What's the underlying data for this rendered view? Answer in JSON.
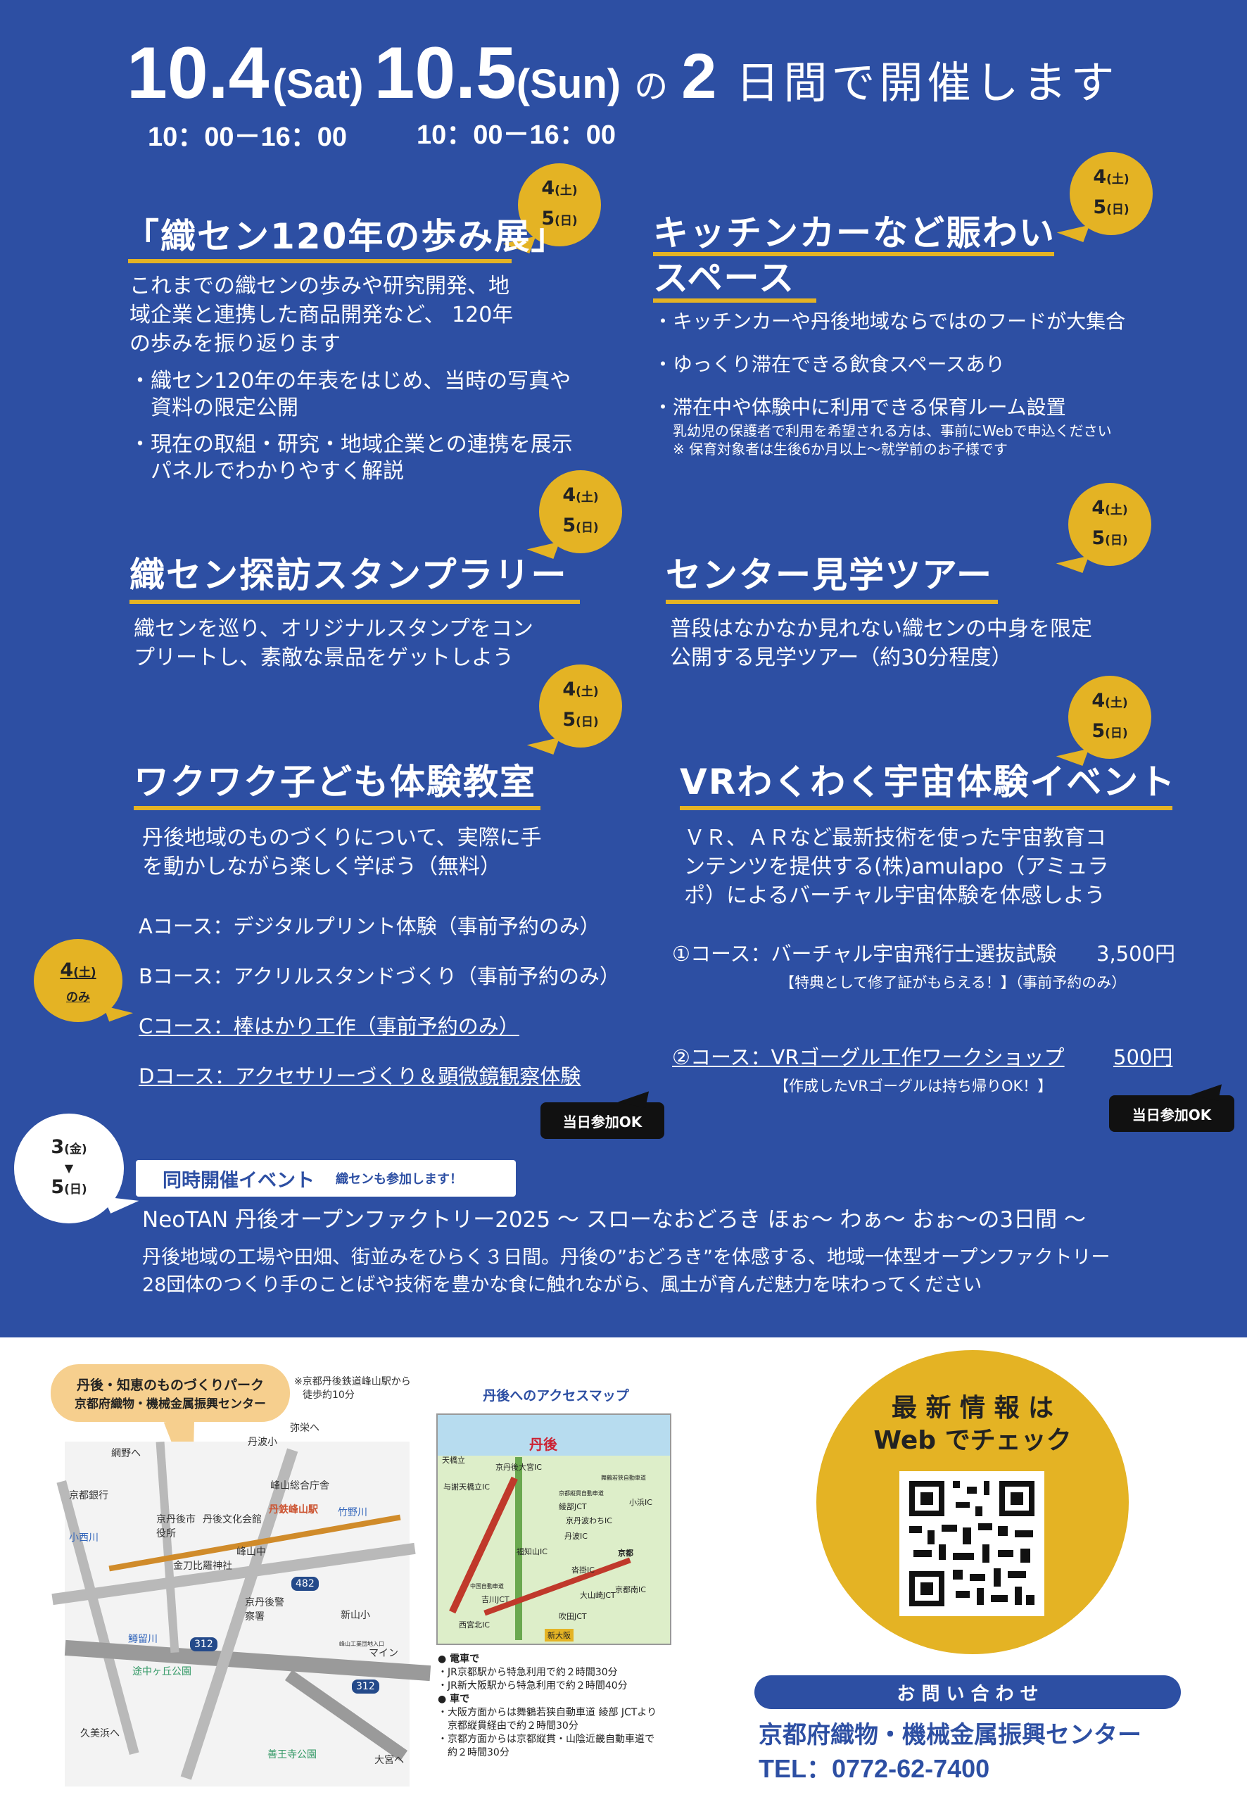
{
  "header": {
    "date1": "10.4",
    "day1": "(Sat)",
    "date2": "10.5",
    "day2": "(Sun)",
    "no": "の",
    "days_count": "2",
    "kaisai": "日間で開催します",
    "time1": "10：00－16：00",
    "time2": "10：00－16：00"
  },
  "badges": {
    "d4": "4",
    "d5": "5",
    "d3": "3",
    "sat": "(土)",
    "sun": "(日)",
    "fri": "(金)",
    "only": "のみ",
    "arrow": "▼"
  },
  "sections": {
    "history": {
      "title": "「織セン120年の歩み展」",
      "lines": [
        "これまでの織センの歩みや研究開発、地",
        "域企業と連携した商品開発など、 120年",
        "の歩みを振り返ります"
      ],
      "bullets": [
        [
          "・織セン120年の年表をはじめ、当時の写真や",
          "　資料の限定公開"
        ],
        [
          "・現在の取組・研究・地域企業との連携を展示",
          "　パネルでわかりやすく解説"
        ]
      ]
    },
    "kitchen": {
      "title1": "キッチンカーなど賑わい",
      "title2": "スペース",
      "bullets": [
        "・キッチンカーや丹後地域ならではのフードが大集合",
        "・ゆっくり滞在できる飲食スペースあり",
        "・滞在中や体験中に利用できる保育ルーム設置"
      ],
      "notes": [
        "乳幼児の保護者で利用を希望される方は、事前にWebで申込ください",
        "※ 保育対象者は生後6か月以上～就学前のお子様です"
      ]
    },
    "stamp": {
      "title": "織セン探訪スタンプラリー",
      "lines": [
        "織センを巡り、オリジナルスタンプをコン",
        "プリートし、素敵な景品をゲットしよう"
      ]
    },
    "tour": {
      "title": "センター見学ツアー",
      "lines": [
        "普段はなかなか見れない織センの中身を限定",
        "公開する見学ツアー（約30分程度）"
      ]
    },
    "kids": {
      "title": "ワクワク子ども体験教室",
      "lines": [
        "丹後地域のものづくりについて、実際に手",
        "を動かしながら楽しく学ぼう（無料）"
      ],
      "courses": [
        "Aコース：デジタルプリント体験（事前予約のみ）",
        "Bコース：アクリルスタンドづくり（事前予約のみ）",
        "Cコース：棒はかり工作（事前予約のみ）",
        "Dコース：アクセサリーづくり＆顕微鏡観察体験"
      ],
      "sameday": "当日参加OK"
    },
    "vr": {
      "title": "VRわくわく宇宙体験イベント",
      "lines": [
        "ＶＲ、ＡＲなど最新技術を使った宇宙教育コ",
        "ンテンツを提供する(株)amulapo（アミュラ",
        "ポ）によるバーチャル宇宙体験を体感しよう"
      ],
      "course1": "①コース：バーチャル宇宙飛行士選抜試験",
      "price1": "3,500円",
      "note1": "【特典として修了証がもらえる！】（事前予約のみ）",
      "course2": "②コース：VRゴーグル工作ワークショップ",
      "price2": "500円",
      "note2": "【作成したVRゴーグルは持ち帰りOK！】",
      "sameday": "当日参加OK"
    }
  },
  "concurrent": {
    "tag": "同時開催イベント",
    "tag_sub": "織センも参加します！",
    "title": "NeoTAN 丹後オープンファクトリー2025 ～ スローなおどろき ほぉ～ わぁ～ おぉ～の3日間 ～",
    "line1": "丹後地域の工場や田畑、街並みをひらく３日間。丹後の”おどろき”を体感する、地域一体型オープンファクトリー",
    "line2": "28団体のつくり手のことばや技術を豊かな食に触れながら、風土が育んだ魅力を味わってください"
  },
  "map": {
    "callout1": "丹後・知恵のものづくりパーク",
    "callout2": "京都府織物・機械金属振興センター",
    "walk_note1": "※京都丹後鉄道峰山駅から",
    "walk_note2": "徒歩約10分",
    "labels": [
      "網野へ",
      "丹波小",
      "弥栄へ",
      "京都銀行",
      "峰山総合庁舎",
      "丹後文化会館",
      "丹鉄峰山駅",
      "竹野川",
      "京丹後市役所",
      "峰山中",
      "小西川",
      "金刀比羅神社",
      "482",
      "京丹後警察署",
      "新山小",
      "鱒留川",
      "312",
      "マイン",
      "途中ヶ丘公園",
      "312",
      "久美浜へ",
      "大宮へ",
      "峰山工業団地入口",
      "善王寺公園"
    ]
  },
  "access": {
    "title": "丹後へのアクセスマップ",
    "region": "丹後",
    "stations": [
      "天橋立",
      "与謝天橋立IC",
      "京丹後大宮IC",
      "綾部JCT",
      "京都縦貫自動車道",
      "舞鶴若狭自動車道",
      "京丹波わちIC",
      "福知山IC",
      "沓掛IC",
      "丹波IC",
      "京都",
      "中国自動車道",
      "吉川JCT",
      "大山崎JCT",
      "京都南IC",
      "西宮北IC",
      "吹田JCT",
      "新大阪",
      "小浜IC"
    ],
    "train_head": "● 電車で",
    "train": [
      "・JR京都駅から特急利用で約２時間30分",
      "・JR新大阪駅から特急利用で約２時間40分"
    ],
    "car_head": "● 車で",
    "car": [
      "・大阪方面からは舞鶴若狭自動車道 綾部 JCTより",
      "　京都縦貫経由で約２時間30分",
      "・京都方面からは京都縦貫・山陰近畿自動車道で",
      "　約２時間30分"
    ]
  },
  "web": {
    "line1": "最 新 情 報 は",
    "line2": "Web でチェック"
  },
  "contact": {
    "label": "お 問 い 合 わ せ",
    "org": "京都府織物・機械金属振興センター",
    "tel": "TEL：0772-62-7400"
  },
  "colors": {
    "bg_blue": "#2d4fa3",
    "accent_yellow": "#e4b324"
  }
}
